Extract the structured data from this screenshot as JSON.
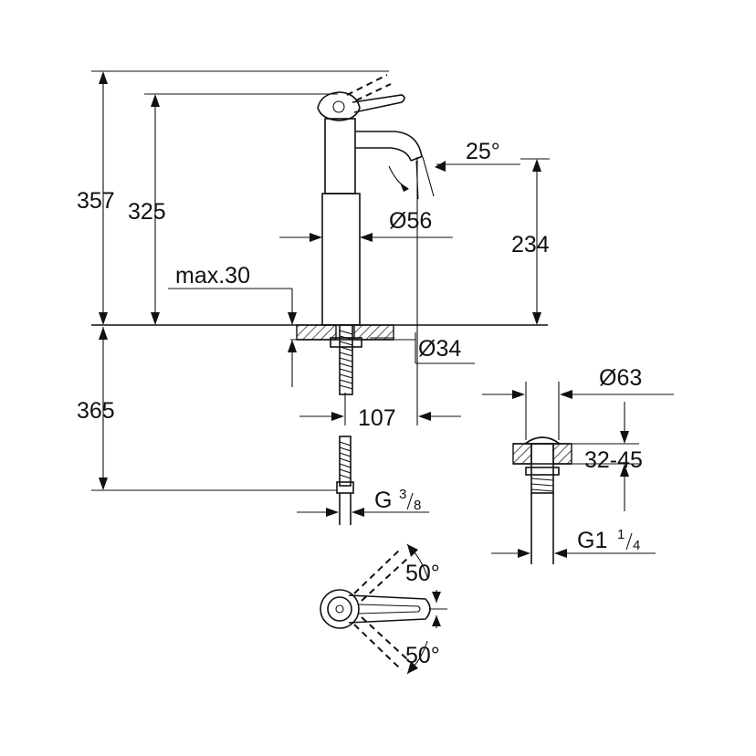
{
  "dimensions": {
    "total_height": "357",
    "spout_height": "325",
    "spout_projection_height": "234",
    "angle_spout": "25°",
    "body_diameter": "Ø56",
    "deck_thickness": "max.30",
    "hole_diameter": "Ø34",
    "projection": "107",
    "supply_length": "365",
    "thread_supply": "G",
    "thread_supply_num": "3",
    "thread_supply_den": "8",
    "waste_diameter": "Ø63",
    "basin_thickness": "32-45",
    "thread_waste": "G1",
    "thread_waste_num": "1",
    "thread_waste_den": "4",
    "lever_angle_up": "50°",
    "lever_angle_down": "50°"
  }
}
